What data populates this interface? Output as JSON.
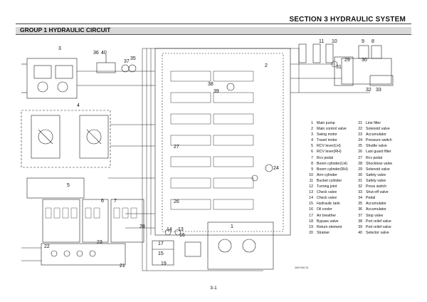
{
  "header": {
    "section_title": "SECTION 3 HYDRAULIC SYSTEM",
    "group_title": "GROUP 1 HYDRAULIC CIRCUIT"
  },
  "footer": {
    "page_number": "3-1",
    "drawing_number": "36SH3HC01"
  },
  "callouts": [
    "1",
    "2",
    "3",
    "4",
    "5",
    "6",
    "7",
    "8",
    "9",
    "10",
    "11",
    "13",
    "14",
    "15",
    "16",
    "17",
    "19",
    "21",
    "22",
    "23",
    "24",
    "26",
    "27",
    "28",
    "29",
    "30",
    "31",
    "32",
    "33",
    "35",
    "36",
    "37",
    "38",
    "39",
    "40"
  ],
  "legend": [
    {
      "n1": "1",
      "t1": "Main pump",
      "n2": "21",
      "t2": "Line filter"
    },
    {
      "n1": "2",
      "t1": "Main control valve",
      "n2": "22",
      "t2": "Solenoid valve"
    },
    {
      "n1": "3",
      "t1": "Swing motor",
      "n2": "23",
      "t2": "Accumulator"
    },
    {
      "n1": "4",
      "t1": "Travel motor",
      "n2": "24",
      "t2": "Pressure switch"
    },
    {
      "n1": "5",
      "t1": "RCV lever(LH)",
      "n2": "25",
      "t2": "Shuttle valve"
    },
    {
      "n1": "6",
      "t1": "RCV lever(RH)",
      "n2": "26",
      "t2": "Last guard filter"
    },
    {
      "n1": "7",
      "t1": "Rcv pedal",
      "n2": "27",
      "t2": "Rcv pedal"
    },
    {
      "n1": "8",
      "t1": "Boom cylinder(LH)",
      "n2": "28",
      "t2": "Shockless valve"
    },
    {
      "n1": "9",
      "t1": "Boom cylinder(RH)",
      "n2": "29",
      "t2": "Solenoid valve"
    },
    {
      "n1": "10",
      "t1": "Arm cylinder",
      "n2": "30",
      "t2": "Safety valve"
    },
    {
      "n1": "11",
      "t1": "Bucket cylinder",
      "n2": "31",
      "t2": "Safety valve"
    },
    {
      "n1": "12",
      "t1": "Turning joint",
      "n2": "32",
      "t2": "Press switch"
    },
    {
      "n1": "13",
      "t1": "Check valve",
      "n2": "33",
      "t2": "Shut-off valve"
    },
    {
      "n1": "14",
      "t1": "Check valve",
      "n2": "34",
      "t2": "Pedal"
    },
    {
      "n1": "15",
      "t1": "Hydraulic tank",
      "n2": "35",
      "t2": "Accumulator"
    },
    {
      "n1": "16",
      "t1": "Oil cooler",
      "n2": "36",
      "t2": "Accumulator"
    },
    {
      "n1": "17",
      "t1": "Air breather",
      "n2": "37",
      "t2": "Stop valve"
    },
    {
      "n1": "18",
      "t1": "Bypass valve",
      "n2": "38",
      "t2": "Port relief valve"
    },
    {
      "n1": "19",
      "t1": "Return element",
      "n2": "39",
      "t2": "Port relief valve"
    },
    {
      "n1": "20",
      "t1": "Strainer",
      "n2": "40",
      "t2": "Selector valve"
    }
  ]
}
